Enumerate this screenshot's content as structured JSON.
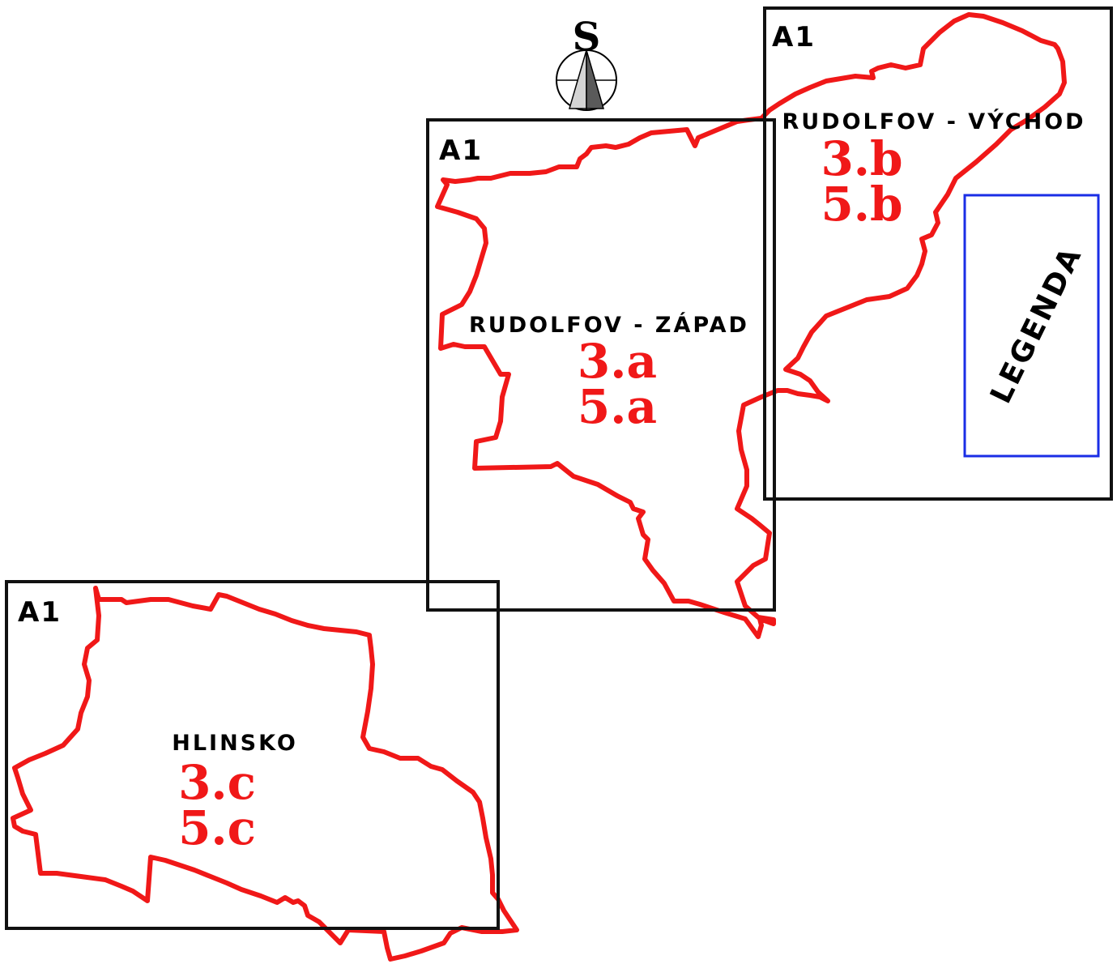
{
  "colors": {
    "boundary": "#f01818",
    "frame": "#111111",
    "legend_frame": "#1a2ee6",
    "code_text": "#f01818"
  },
  "north_arrow": {
    "letter": "S",
    "icon": "north-arrow-icon"
  },
  "sheets": [
    {
      "id": "west",
      "sheet_size": "A1",
      "area_name": "RUDOLFOV - ZÁPAD",
      "codes": [
        "3.a",
        "5.a"
      ]
    },
    {
      "id": "east",
      "sheet_size": "A1",
      "area_name": "RUDOLFOV - VÝCHOD",
      "codes": [
        "3.b",
        "5.b"
      ]
    },
    {
      "id": "hlinsko",
      "sheet_size": "A1",
      "area_name": "HLINSKO",
      "codes": [
        "3.c",
        "5.c"
      ]
    }
  ],
  "legend": {
    "label": "LEGENDA"
  }
}
